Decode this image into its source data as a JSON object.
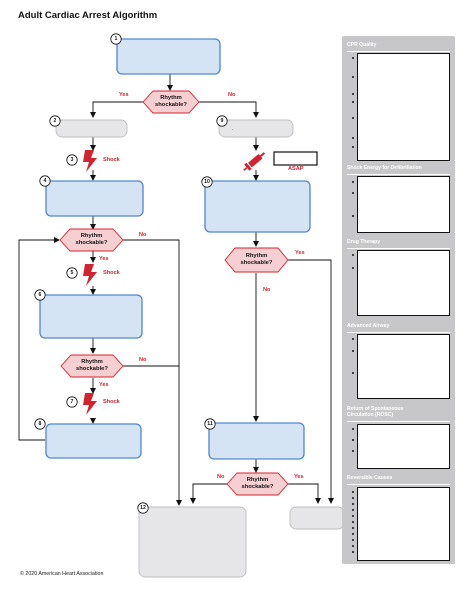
{
  "title": "Adult Cardiac Arrest Algorithm",
  "copyright": "© 2020 American Heart Association",
  "colors": {
    "blue_fill": "#d5e4f5",
    "blue_stroke": "#4f86cf",
    "gray_fill": "#e6e6e8",
    "diamond_fill": "#f6cfd2",
    "diamond_stroke": "#d3232f",
    "accent_red": "#d3232f",
    "panel_bg": "#c7c7c9"
  },
  "flow": {
    "step_numbers": [
      "1",
      "2",
      "3",
      "4",
      "5",
      "6",
      "7",
      "8",
      "9",
      "10",
      "11",
      "12"
    ],
    "decisions": [
      "Rhythm\nshockable?",
      "Rhythm\nshockable?",
      "Rhythm\nshockable?",
      "Rhythm\nshockable?",
      "Rhythm\nshockable?"
    ],
    "labels": {
      "yes": "Yes",
      "no": "No",
      "shock": "Shock",
      "asap": "ASAP"
    },
    "step9_dot": "."
  },
  "panel": {
    "sections": [
      {
        "title": "CPR Quality",
        "bullets": 7
      },
      {
        "title": "Shock Energy for Defibrillation",
        "bullets": 3
      },
      {
        "title": "Drug Therapy",
        "bullets": 2
      },
      {
        "title": "Advanced Airway",
        "bullets": 3
      },
      {
        "title": "Return of Spontaneous\nCirculation (ROSC)",
        "bullets": 3
      },
      {
        "title": "Reversible Causes",
        "bullets": 11
      }
    ]
  }
}
